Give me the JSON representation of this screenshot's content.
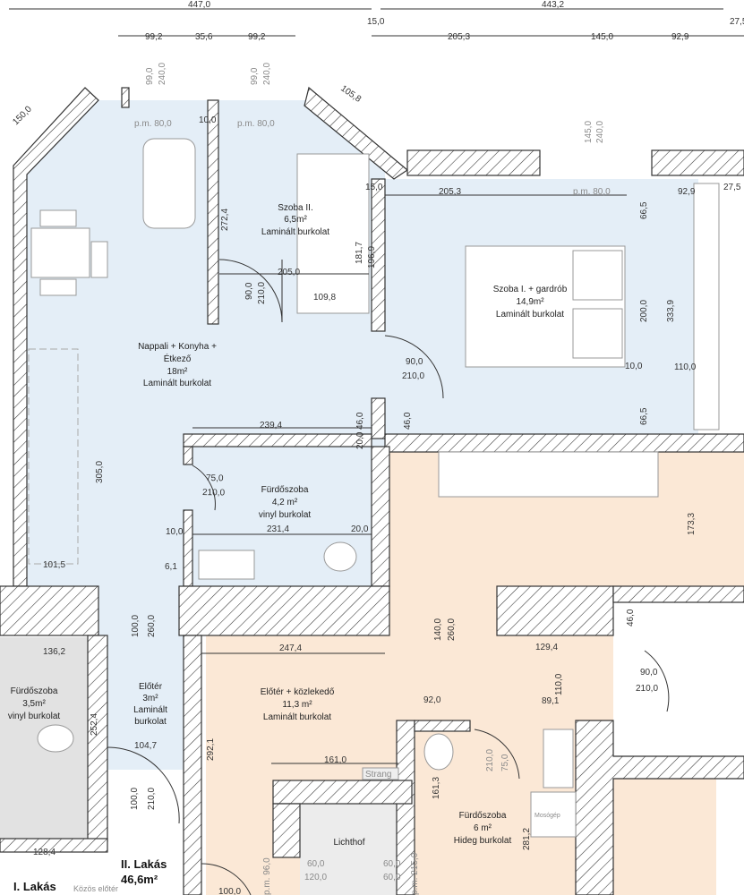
{
  "plan": {
    "colors": {
      "apartment_ii": "#e4eef7",
      "common": "#fbe8d6",
      "wall_hatch": "#333333"
    },
    "apartments": [
      {
        "label": "II. Lakás",
        "area": "46,6m²"
      },
      {
        "label": "I. Lakás"
      }
    ],
    "rooms": [
      {
        "name": "Szoba II.",
        "area": "6,5m²",
        "floor": "Laminált burkolat"
      },
      {
        "name": "Szoba I. + gardrób",
        "area": "14,9m²",
        "floor": "Laminált burkolat"
      },
      {
        "name": "Nappali + Konyha +",
        "name2": "Étkező",
        "area": "18m²",
        "floor": "Laminált burkolat"
      },
      {
        "name": "Fürdőszoba",
        "area": "4,2 m²",
        "floor": "vinyl burkolat"
      },
      {
        "name": "Fürdőszoba",
        "area": "3,5m²",
        "floor": "vinyl burkolat"
      },
      {
        "name": "Előtér",
        "area": "3m²",
        "floor": "Laminált",
        "floor2": "burkolat"
      },
      {
        "name": "Előtér + közlekedő",
        "area": "11,3 m²",
        "floor": "Laminált burkolat"
      },
      {
        "name": "Fürdőszoba",
        "area": "6 m²",
        "floor": "Hideg burkolat"
      },
      {
        "name": "Lichthof"
      }
    ],
    "labels": {
      "strang": "Strang",
      "washer": "Mosógép",
      "common_hall": "Közös előtér"
    },
    "windows": [
      {
        "width": "99,0",
        "height": "240,0",
        "sill": "p.m. 80,0"
      },
      {
        "width": "99,0",
        "height": "240,0",
        "sill": "p.m. 80,0"
      },
      {
        "width": "145,0",
        "height": "240,0",
        "sill": "p.m. 80,0"
      },
      {
        "sill": "p.m. 96,0"
      },
      {
        "sill": "p.m. 215,0"
      }
    ],
    "dimensions": [
      "447,0",
      "443,2",
      "15,0",
      "27,5",
      "99,2",
      "35,6",
      "99,2",
      "205,3",
      "145,0",
      "92,9",
      "150,0",
      "105,8",
      "10,0",
      "15,0",
      "205,3",
      "92,9",
      "27,5",
      "66,5",
      "272,4",
      "181,7",
      "196,9",
      "205,0",
      "90,0",
      "210,0",
      "109,8",
      "200,0",
      "333,9",
      "90,0",
      "210,0",
      "10,0",
      "110,0",
      "66,5",
      "239,4",
      "46,0",
      "20,0",
      "46,0",
      "305,0",
      "75,0",
      "210,0",
      "173,3",
      "10,0",
      "231,4",
      "20,0",
      "101,5",
      "6,1",
      "46,0",
      "100,0",
      "260,0",
      "140,0",
      "260,0",
      "136,2",
      "247,4",
      "129,4",
      "110,0",
      "90,0",
      "210,0",
      "92,0",
      "89,1",
      "252,4",
      "104,7",
      "292,1",
      "210,0",
      "75,0",
      "161,0",
      "161,3",
      "100,0",
      "210,0",
      "281,2",
      "128,4",
      "60,0",
      "120,0",
      "60,0",
      "60,0",
      "100,0"
    ]
  }
}
